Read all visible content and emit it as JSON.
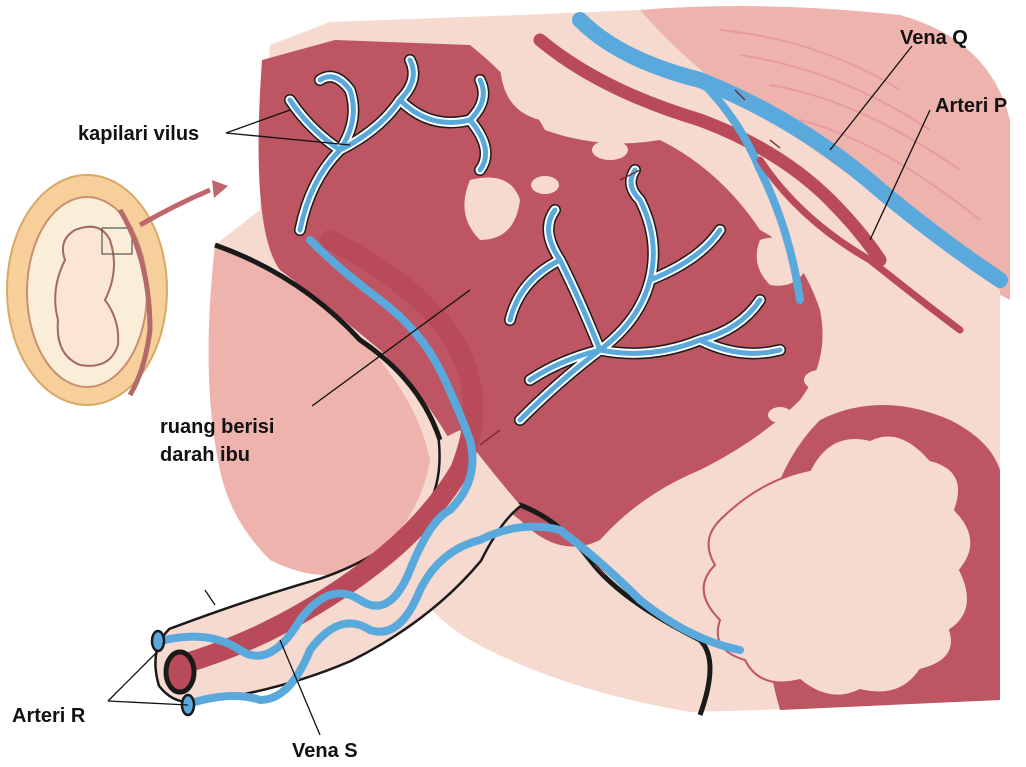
{
  "labels": {
    "villus_capillaries": "kapilari vilus",
    "vein_q": "Vena Q",
    "artery_p": "Arteri P",
    "maternal_blood_space_line1": "ruang berisi",
    "maternal_blood_space_line2": "darah ibu",
    "artery_r": "Arteri R",
    "vein_s": "Vena S"
  },
  "colors": {
    "artery": "#b84a5a",
    "vein": "#5aa9dd",
    "maternal_tissue": "#f6d9cf",
    "uterine_wall": "#eeb3ad",
    "placenta_body": "#bd5563",
    "outline": "#1a1a1a"
  }
}
